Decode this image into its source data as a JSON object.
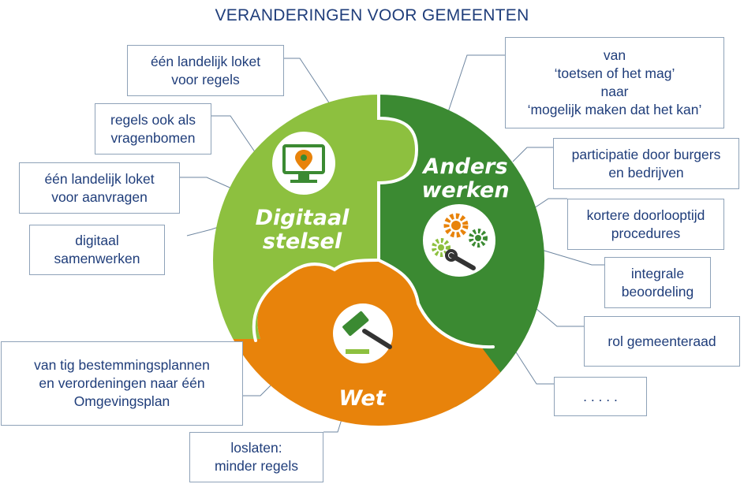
{
  "title": "VERANDERINGEN VOOR GEMEENTEN",
  "segments": {
    "digitaal": {
      "label": "Digitaal\nstelsel",
      "color": "#8dc03f",
      "icon": "monitor-location-icon"
    },
    "anders": {
      "label": "Anders\nwerken",
      "color": "#3b8a32",
      "icon": "gears-wrench-icon"
    },
    "wet": {
      "label": "Wet",
      "color": "#e8830b",
      "icon": "gavel-icon"
    }
  },
  "boxes": {
    "loket_regels": "één landelijk loket\nvoor regels",
    "vragenbomen": "regels ook als\nvragenbomen",
    "loket_aanvragen": "één landelijk loket\nvoor aanvragen",
    "samenwerken": "digitaal\nsamenwerken",
    "toetsen": "van\n‘toetsen of het mag’\nnaar\n‘mogelijk maken dat het kan’",
    "participatie": "participatie door burgers\nen bedrijven",
    "doorlooptijd": "kortere doorlooptijd\nprocedures",
    "integrale": "integrale\nbeoordeling",
    "gemeenteraad": "rol gemeenteraad",
    "dots": ". . . . .",
    "omgevingsplan": "van tig bestemmingsplannen\nen verordeningen naar één\nOmgevingsplan",
    "loslaten": "loslaten:\nminder regels"
  }
}
